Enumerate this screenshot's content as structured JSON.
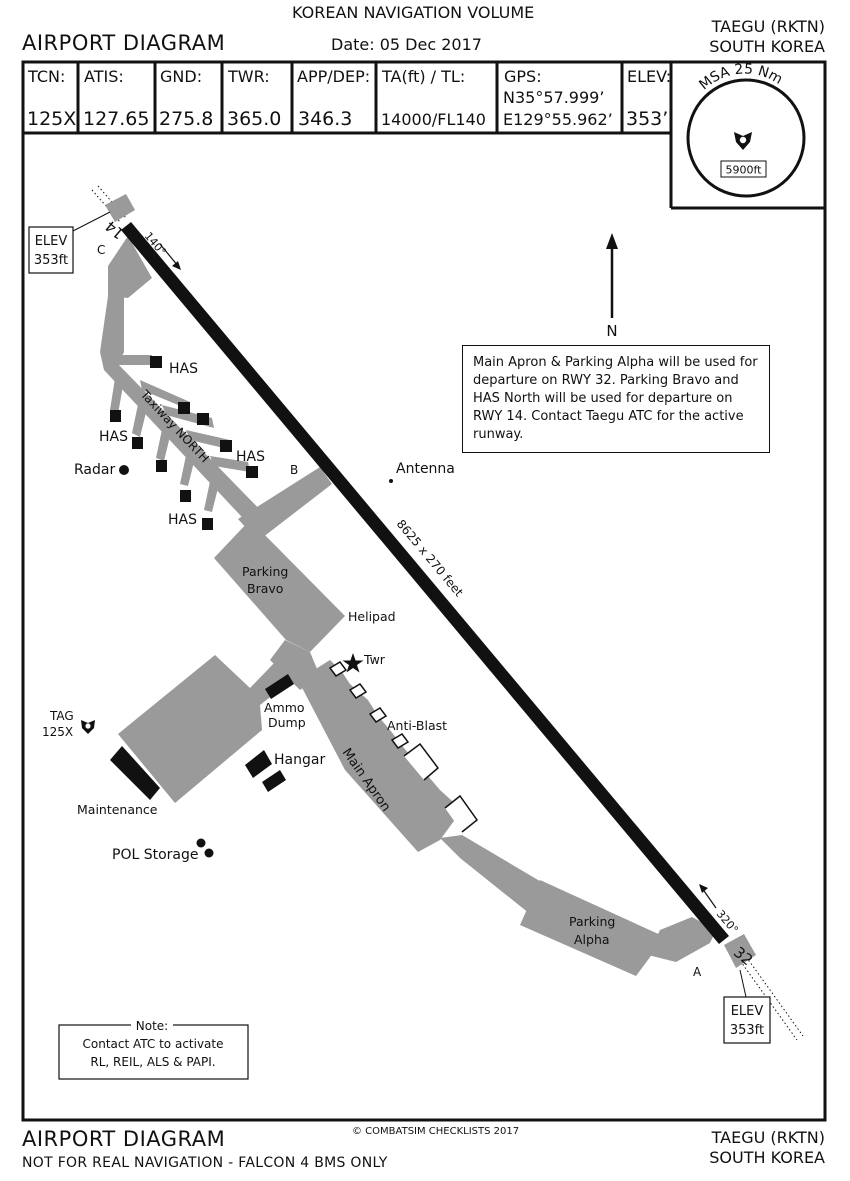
{
  "header": {
    "volume": "KOREAN NAVIGATION VOLUME",
    "title": "AIRPORT DIAGRAM",
    "date": "Date: 05 Dec 2017",
    "airport": "TAEGU (RKTN)",
    "country": "SOUTH KOREA"
  },
  "freqs": [
    {
      "label": "TCN:",
      "value": "125X"
    },
    {
      "label": "ATIS:",
      "value": "127.65"
    },
    {
      "label": "GND:",
      "value": "275.8"
    },
    {
      "label": "TWR:",
      "value": "365.0"
    },
    {
      "label": "APP/DEP:",
      "value": "346.3"
    },
    {
      "label": "TA(ft) / TL:",
      "value": "14000/FL140"
    },
    {
      "label": "GPS:",
      "value_line1": "N35°57.999’",
      "value": "E129°55.962’"
    },
    {
      "label": "ELEV:",
      "value": "353’"
    }
  ],
  "msa": {
    "title": "MSA 25 Nm",
    "altitude": "5900ft"
  },
  "north": "N",
  "info_note": "Main Apron & Parking Alpha will be used for departure on RWY 32. Parking Bravo and HAS North will be used for departure on RWY 14. Contact Taegu ATC for the active runway.",
  "elev_top": {
    "line1": "ELEV",
    "line2": "353ft"
  },
  "elev_bottom": {
    "line1": "ELEV",
    "line2": "353ft"
  },
  "runway": {
    "dims": "8625 x 270 feet",
    "end_top": "14",
    "end_bottom": "32",
    "hdg_top": "140°",
    "hdg_bottom": "320°"
  },
  "labels": {
    "has": "HAS",
    "taxiway_north": "Taxiway NORTH",
    "radar": "Radar",
    "antenna": "Antenna",
    "parking_bravo": "Parking Bravo",
    "helipad": "Helipad",
    "twr": "Twr",
    "ammo_dump": "Ammo Dump",
    "anti_blast": "Anti-Blast",
    "hangar": "Hangar",
    "main_apron": "Main Apron",
    "maintenance": "Maintenance",
    "pol_storage": "POL Storage",
    "parking_alpha": "Parking Alpha",
    "tag": "TAG",
    "tag_chan": "125X",
    "tw_a": "A",
    "tw_b": "B",
    "tw_c": "C"
  },
  "lighting_note": {
    "title": "Note:",
    "line1": "Contact ATC to activate",
    "line2": "RL, REIL, ALS & PAPI."
  },
  "footer": {
    "title": "AIRPORT DIAGRAM",
    "disclaimer": "NOT FOR REAL NAVIGATION - FALCON 4 BMS ONLY",
    "copyright": "© COMBATSIM CHECKLISTS 2017",
    "airport": "TAEGU (RKTN)",
    "country": "SOUTH KOREA"
  }
}
